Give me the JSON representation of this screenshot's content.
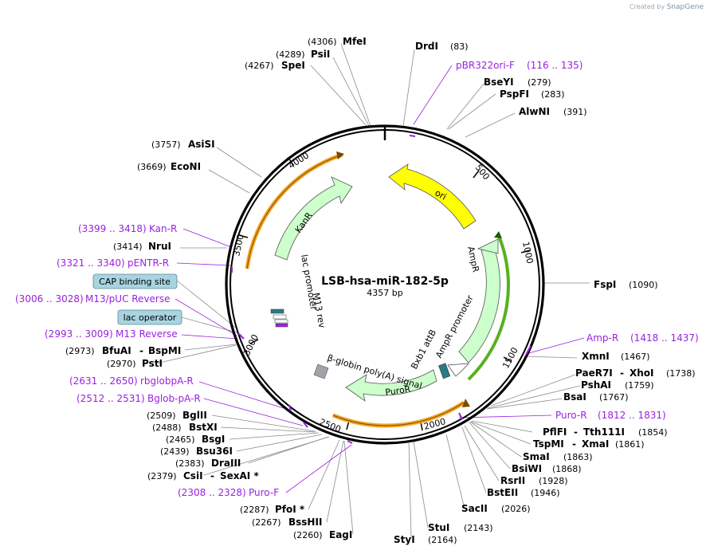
{
  "credit": {
    "prefix": "Created by",
    "brand": "SnapGene"
  },
  "plasmid": {
    "name": "LSB-hsa-miR-182-5p",
    "size_label": "4357 bp",
    "length": 4357
  },
  "ticks": [
    "500",
    "1000",
    "1500",
    "2000",
    "2500",
    "3000",
    "3500",
    "4000"
  ],
  "features": {
    "ori": "ori",
    "ampr": "AmpR",
    "ampr_promoter": "AmpR promoter",
    "puror": "PuroR",
    "bxb1": "Bxb1 attB",
    "globin": "β-globin poly(A) signal",
    "kanr": "KanR",
    "lac_promoter": "lac promoter",
    "m13rev": "M13 rev"
  },
  "boxed_labels": {
    "cap": "CAP binding site",
    "lacop": "lac operator"
  },
  "enzymes": [
    {
      "name": "MfeI",
      "pos": "(4306)"
    },
    {
      "name": "PsiI",
      "pos": "(4289)"
    },
    {
      "name": "SpeI",
      "pos": "(4267)"
    },
    {
      "name": "DrdI",
      "pos": "(83)"
    },
    {
      "name": "BseYI",
      "pos": "(279)"
    },
    {
      "name": "PspFI",
      "pos": "(283)"
    },
    {
      "name": "AlwNI",
      "pos": "(391)"
    },
    {
      "name": "AsiSI",
      "pos": "(3757)"
    },
    {
      "name": "EcoNI",
      "pos": "(3669)"
    },
    {
      "name": "NruI",
      "pos": "(3414)"
    },
    {
      "name": "FspI",
      "pos": "(1090)"
    },
    {
      "name": "XmnI",
      "pos": "(1467)"
    },
    {
      "name": "PaeR7I",
      "pos": ""
    },
    {
      "name": "XhoI",
      "pos": "(1738)"
    },
    {
      "name": "PshAI",
      "pos": "(1759)"
    },
    {
      "name": "BsaI",
      "pos": "(1767)"
    },
    {
      "name": "PflFI",
      "pos": ""
    },
    {
      "name": "Tth111I",
      "pos": "(1854)"
    },
    {
      "name": "TspMI",
      "pos": ""
    },
    {
      "name": "XmaI",
      "pos": "(1861)"
    },
    {
      "name": "SmaI",
      "pos": "(1863)"
    },
    {
      "name": "BsiWI",
      "pos": "(1868)"
    },
    {
      "name": "RsrII",
      "pos": "(1928)"
    },
    {
      "name": "BstEII",
      "pos": "(1946)"
    },
    {
      "name": "SacII",
      "pos": "(2026)"
    },
    {
      "name": "StuI",
      "pos": "(2143)"
    },
    {
      "name": "StyI",
      "pos": "(2164)"
    },
    {
      "name": "BfuAI",
      "pos": "(2973)"
    },
    {
      "name": "BspMI",
      "pos": ""
    },
    {
      "name": "PstI",
      "pos": "(2970)"
    },
    {
      "name": "BglII",
      "pos": "(2509)"
    },
    {
      "name": "BstXI",
      "pos": "(2488)"
    },
    {
      "name": "BsgI",
      "pos": "(2465)"
    },
    {
      "name": "Bsu36I",
      "pos": "(2439)"
    },
    {
      "name": "DraIII",
      "pos": "(2383)"
    },
    {
      "name": "CsiI",
      "pos": "(2379)"
    },
    {
      "name": "SexAI *",
      "pos": ""
    },
    {
      "name": "PfoI *",
      "pos": "(2287)"
    },
    {
      "name": "BssHII",
      "pos": "(2267)"
    },
    {
      "name": "EagI",
      "pos": "(2260)"
    }
  ],
  "primers": [
    {
      "name": "pBR322ori-F",
      "range": "(116 .. 135)"
    },
    {
      "name": "Kan-R",
      "range": "(3399 .. 3418)"
    },
    {
      "name": "pENTR-R",
      "range": "(3321 .. 3340)"
    },
    {
      "name": "M13/pUC Reverse",
      "range": "(3006 .. 3028)"
    },
    {
      "name": "M13 Reverse",
      "range": "(2993 .. 3009)"
    },
    {
      "name": "Amp-R",
      "range": "(1418 .. 1437)"
    },
    {
      "name": "Puro-R",
      "range": "(1812 .. 1831)"
    },
    {
      "name": "rbglobpA-R",
      "range": "(2631 .. 2650)"
    },
    {
      "name": "Bglob-pA-R",
      "range": "(2512 .. 2531)"
    },
    {
      "name": "Puro-F",
      "range": "(2308 .. 2328)"
    }
  ],
  "colors": {
    "primer": "#9b1fe0",
    "ori": "#ffff00",
    "cds": "#ccffcc",
    "promoter": "#ffffff",
    "orange": "#f5a623",
    "box": "#a8d4e0"
  }
}
